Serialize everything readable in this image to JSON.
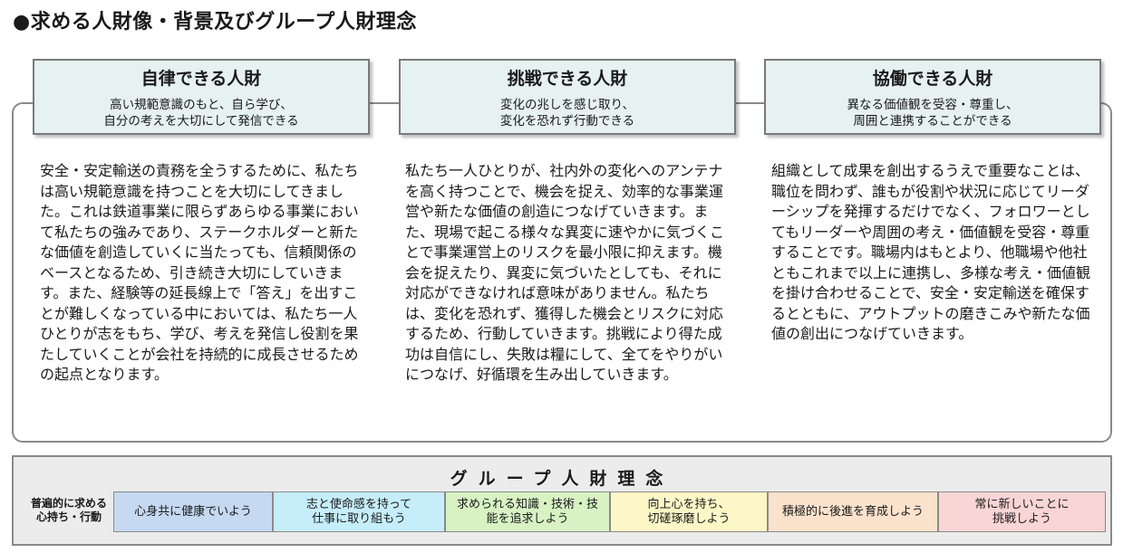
{
  "page_title": "●求める人財像・背景及びグループ人財理念",
  "columns": [
    {
      "title": "自律できる人財",
      "subtitle": [
        "高い規範意識のもと、自ら学び、",
        "自分の考えを大切にして発信できる"
      ],
      "body": "安全・安定輸送の責務を全うするために、私たちは高い規範意識を持つことを大切にしてきました。これは鉄道事業に限らずあらゆる事業において私たちの強みであり、ステークホルダーと新たな価値を創造していくに当たっても、信頼関係のベースとなるため、引き続き大切にしていきます。また、経験等の延長線上で「答え」を出すことが難しくなっている中においては、私たち一人ひとりが志をもち、学び、考えを発信し役割を果たしていくことが会社を持続的に成長させるための起点となります。"
    },
    {
      "title": "挑戦できる人財",
      "subtitle": [
        "変化の兆しを感じ取り、",
        "変化を恐れず行動できる"
      ],
      "body": "私たち一人ひとりが、社内外の変化へのアンテナを高く持つことで、機会を捉え、効率的な事業運営や新たな価値の創造につなげていきます。また、現場で起こる様々な異変に速やかに気づくことで事業運営上のリスクを最小限に抑えます。機会を捉えたり、異変に気づいたとしても、それに対応ができなければ意味がありません。私たちは、変化を恐れず、獲得した機会とリスクに対応するため、行動していきます。挑戦により得た成功は自信にし、失敗は糧にして、全てをやりがいにつなげ、好循環を生み出していきます。"
    },
    {
      "title": "協働できる人財",
      "subtitle": [
        "異なる価値観を受容・尊重し、",
        "周囲と連携することができる"
      ],
      "body": "組織として成果を創出するうえで重要なことは、職位を問わず、誰もが役割や状況に応じてリーダーシップを発揮するだけでなく、フォロワーとしてもリーダーや周囲の考え・価値観を受容・尊重することです。職場内はもとより、他職場や他社ともこれまで以上に連携し、多様な考え・価値観を掛け合わせることで、安全・安定輸送を確保するとともに、アウトプットの磨きこみや新たな価値の創出につなげていきます。"
    }
  ],
  "group": {
    "title": "グループ人財理念",
    "row_label": [
      "普遍的に求める",
      "心持ち・行動"
    ],
    "items": [
      {
        "lines": [
          "心身共に健康でいよう"
        ],
        "color": "#c5d9f1"
      },
      {
        "lines": [
          "志と使命感を持って",
          "仕事に取り組もう"
        ],
        "color": "#c6eefa"
      },
      {
        "lines": [
          "求められる知識・技術・技",
          "能を追求しよう"
        ],
        "color": "#d8f2c4"
      },
      {
        "lines": [
          "向上心を持ち、",
          "切磋琢磨しよう"
        ],
        "color": "#fdf7c7"
      },
      {
        "lines": [
          "積極的に後進を育成しよう"
        ],
        "color": "#fbe2cc"
      },
      {
        "lines": [
          "常に新しいことに",
          "挑戦しよう"
        ],
        "color": "#f9d5d5"
      }
    ]
  }
}
